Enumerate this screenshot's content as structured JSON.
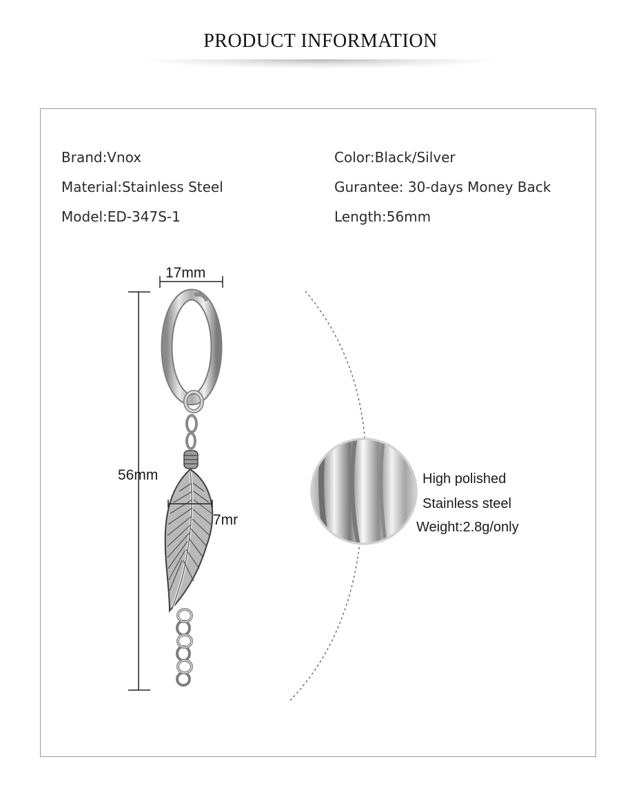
{
  "header": {
    "title": "PRODUCT INFORMATION"
  },
  "specs": {
    "brand": "Brand:Vnox",
    "material": "Material:Stainless Steel",
    "model": "Model:ED-347S-1",
    "color": "Color:Black/Silver",
    "guarantee": "Gurantee: 30-days Money Back",
    "length": "Length:56mm"
  },
  "dimensions": {
    "width": "17mm",
    "height": "56mm",
    "feather_width": "7mr"
  },
  "callout": {
    "line1": "High polished",
    "line2": "Stainless steel",
    "line3": "Weight:2.8g/only"
  },
  "colors": {
    "steel": "#c9c9c9",
    "steel_dark": "#6f6f6f",
    "frame": "#9a9a9a"
  }
}
